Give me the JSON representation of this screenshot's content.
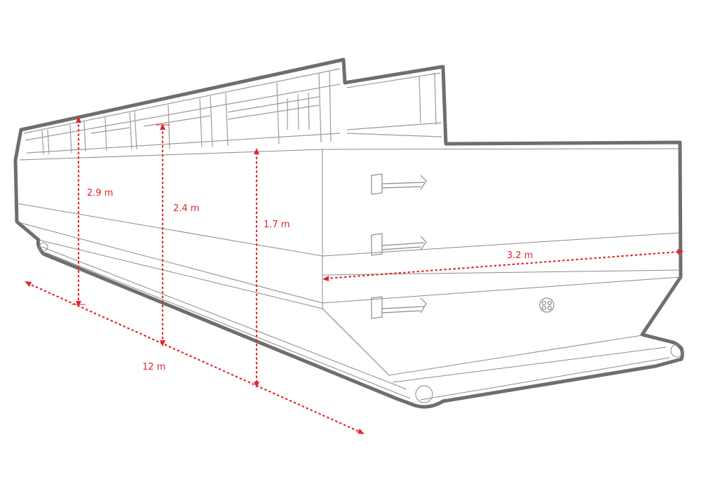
{
  "colors": {
    "dimension": "#e3232b",
    "outline": "#6e6e6e",
    "lines": "#8a8a8a"
  },
  "dimensions": {
    "height_railing": "2.9 m",
    "height_mid": "2.4 m",
    "height_hull": "1.7 m",
    "width": "3.2 m",
    "length": "12 m"
  }
}
